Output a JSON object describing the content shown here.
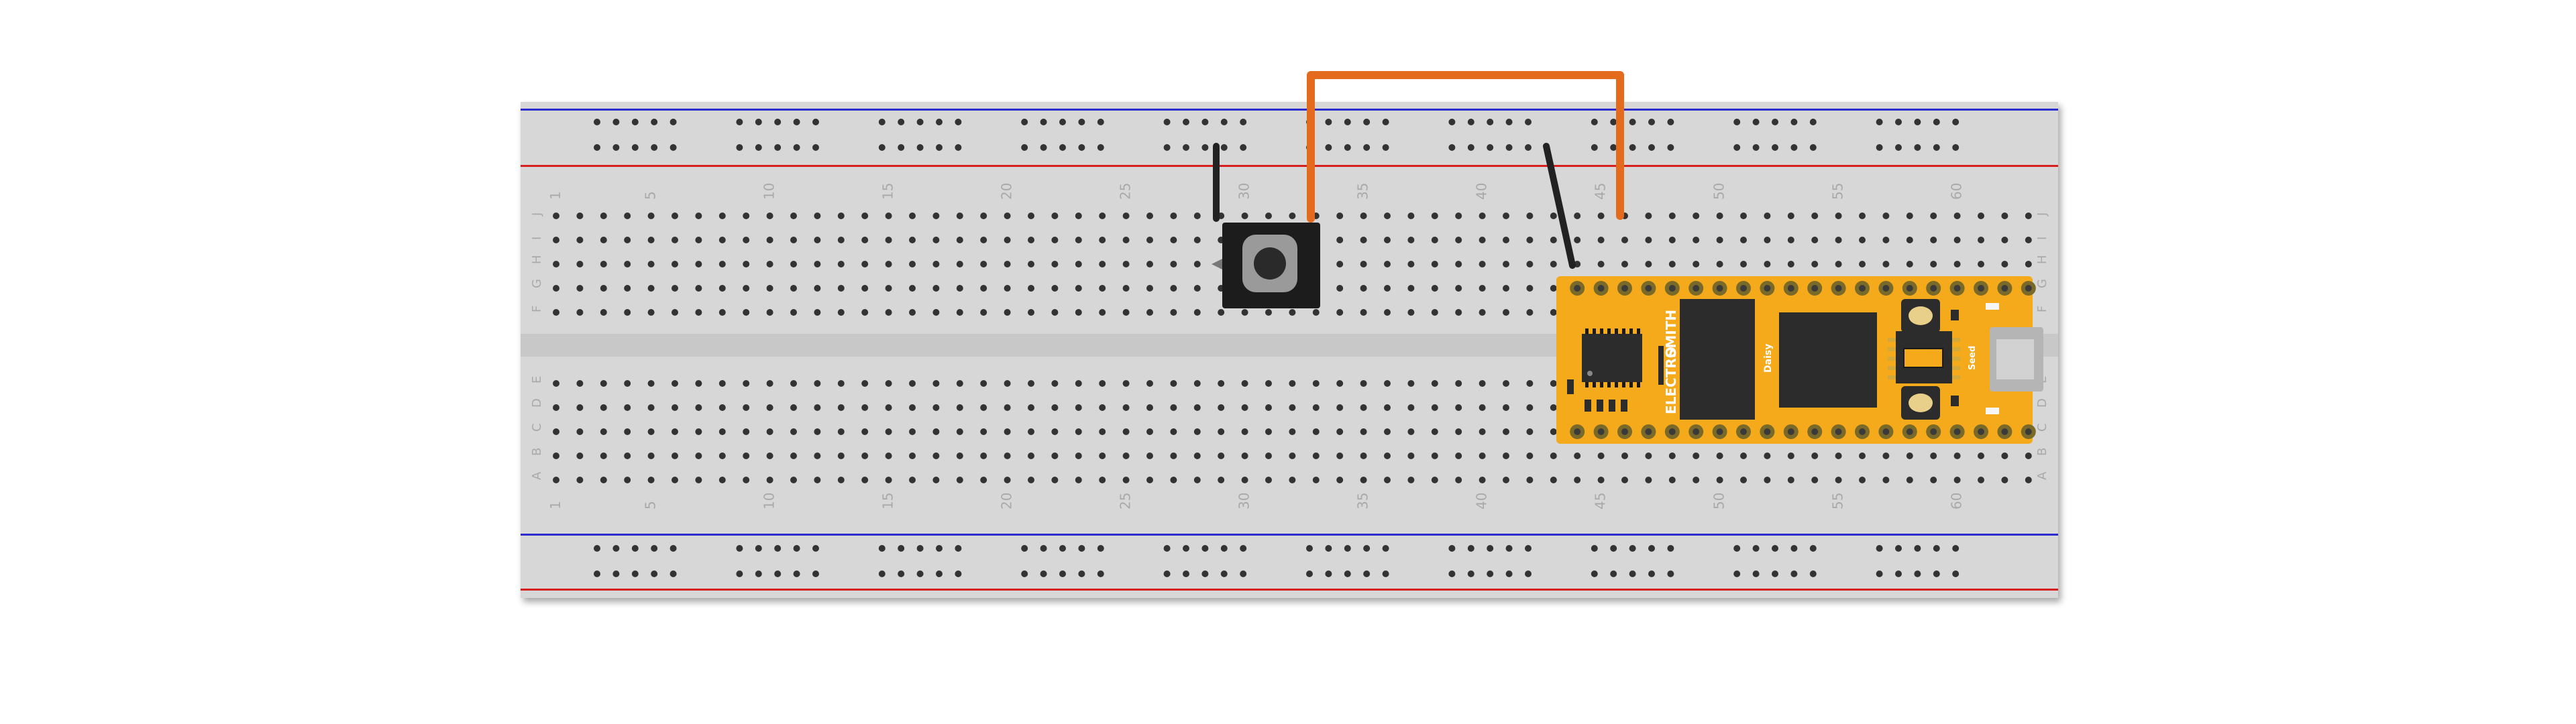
{
  "breadboard": {
    "columns": 63,
    "column_number_labels": [
      "1",
      "5",
      "10",
      "15",
      "20",
      "25",
      "30",
      "35",
      "40",
      "45",
      "50",
      "55",
      "60"
    ],
    "top_row_letters": [
      "J",
      "I",
      "H",
      "G",
      "F"
    ],
    "bottom_row_letters": [
      "E",
      "D",
      "C",
      "B",
      "A"
    ],
    "colors": {
      "body": "#d7d7d7",
      "hole": "#333333",
      "rail_red": "#d61f1f",
      "rail_blue": "#2c2ccc",
      "label": "#a9a9a9"
    }
  },
  "pushbutton": {
    "colors": {
      "body": "#1c1c1c",
      "cap": "#9a9a9a",
      "plunger": "#2a2a2a"
    }
  },
  "wires": [
    {
      "id": "black-wire-1",
      "color": "#222222"
    },
    {
      "id": "orange-wire",
      "color": "#e46a1d"
    },
    {
      "id": "black-wire-2",
      "color": "#222222"
    }
  ],
  "daisy_seed": {
    "brand_left": "ELECTRO",
    "brand_right": "SMITH",
    "chip_label": "Daisy",
    "side_label": "Seed",
    "colors": {
      "pcb": "#f4aa1a",
      "chip": "#2c2c2c",
      "pad": "#7a6a2a",
      "usb": "#b5b5b5"
    }
  }
}
